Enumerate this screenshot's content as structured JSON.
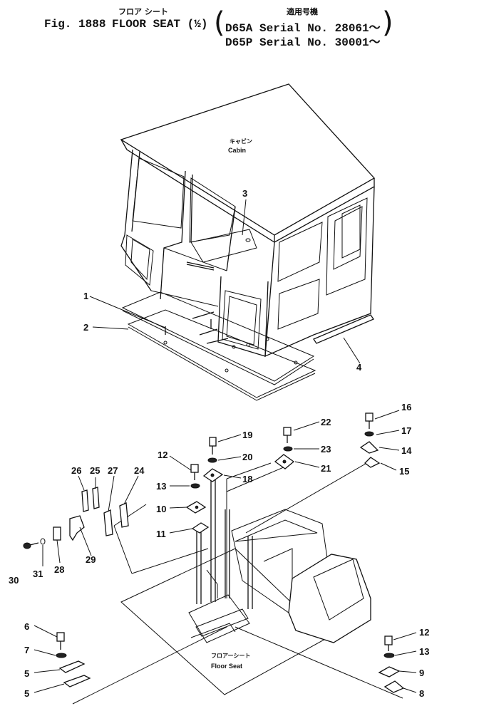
{
  "header": {
    "jp_title": "フロア シート",
    "jp_applicable": "適用号機",
    "fig_label": "Fig. 1888",
    "title": "FLOOR SEAT (½)",
    "serial_1": "D65A Serial No. 28061～",
    "serial_2": "D65P Serial No. 30001～"
  },
  "labels": {
    "cabin_jp": "キャビン",
    "cabin_en": "Cabin",
    "floor_seat_jp": "フロアーシート",
    "floor_seat_en": "Floor Seat"
  },
  "callouts": [
    "1",
    "2",
    "3",
    "4",
    "5",
    "5",
    "6",
    "7",
    "8",
    "9",
    "10",
    "11",
    "12",
    "12",
    "13",
    "13",
    "14",
    "15",
    "16",
    "17",
    "18",
    "19",
    "20",
    "21",
    "22",
    "23",
    "24",
    "25",
    "26",
    "27",
    "28",
    "29",
    "30",
    "31"
  ]
}
